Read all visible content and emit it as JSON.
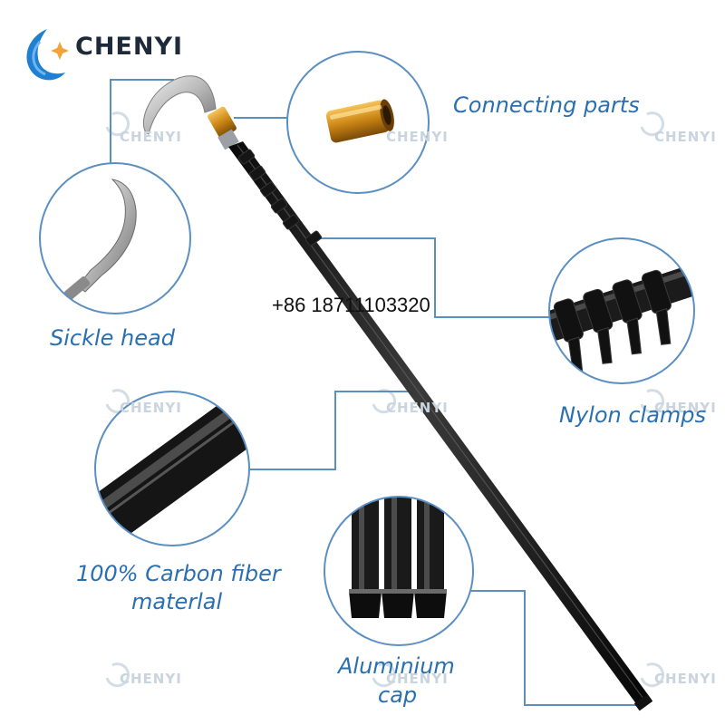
{
  "brand": {
    "name": "CHENYI",
    "colors": {
      "accent": "#2a6fb0",
      "logo_blue": "#1f7fd1",
      "logo_star": "#f2a43a"
    }
  },
  "watermark": {
    "text": "CHENYI",
    "color": "#c9d4de"
  },
  "contact": {
    "phone": "+86 18711103320"
  },
  "callouts": {
    "connecting_parts": "Connecting parts",
    "sickle_head": "Sickle head",
    "nylon_clamps": "Nylon clamps",
    "carbon_fiber_line1": "100% Carbon fiber",
    "carbon_fiber_line2": "materlal",
    "aluminium_cap_line1": "Aluminium",
    "aluminium_cap_line2": "cap"
  }
}
